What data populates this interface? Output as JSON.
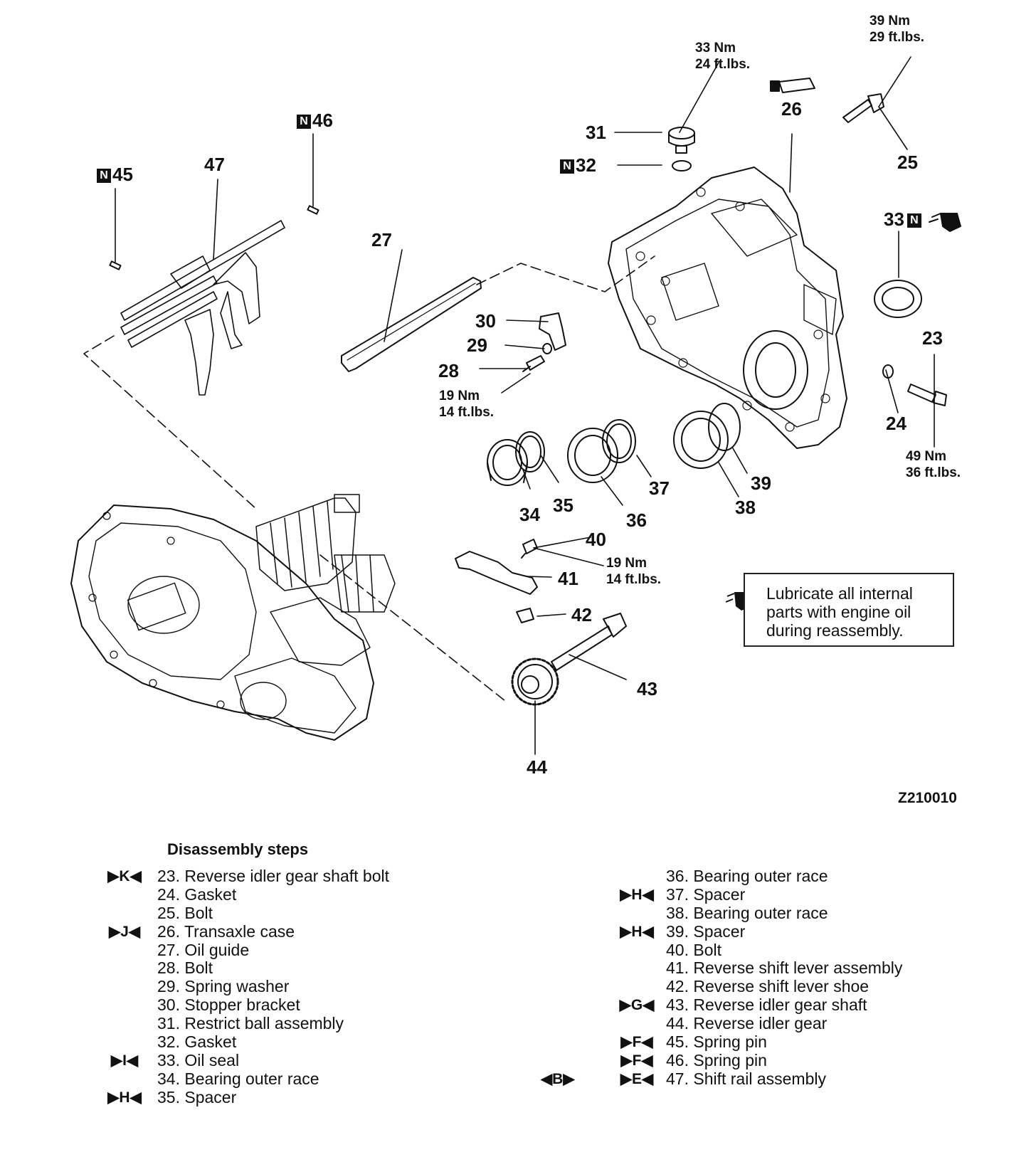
{
  "figure_code": "Z210010",
  "note": {
    "icon": "oil-can-icon",
    "text": "Lubricate all internal parts with engine oil during reassembly."
  },
  "callouts": {
    "c23": "23",
    "c24": "24",
    "c25": "25",
    "c26": "26",
    "c27": "27",
    "c28": "28",
    "c29": "29",
    "c30": "30",
    "c31": "31",
    "c32": "32",
    "c33": "33",
    "c34": "34",
    "c35": "35",
    "c36": "36",
    "c37": "37",
    "c38": "38",
    "c39": "39",
    "c40": "40",
    "c41": "41",
    "c42": "42",
    "c43": "43",
    "c44": "44",
    "c45": "45",
    "c46": "46",
    "c47": "47",
    "n_badge": "N"
  },
  "torques": {
    "t25": {
      "nm": "39 Nm",
      "ft": "29 ft.lbs."
    },
    "t31": {
      "nm": "33 Nm",
      "ft": "24 ft.lbs."
    },
    "t28": {
      "nm": "19 Nm",
      "ft": "14 ft.lbs."
    },
    "t40": {
      "nm": "19 Nm",
      "ft": "14 ft.lbs."
    },
    "t23": {
      "nm": "49 Nm",
      "ft": "36 ft.lbs."
    }
  },
  "disassembly": {
    "title": "Disassembly steps",
    "left": [
      {
        "mark": "▶K◀",
        "text": "23. Reverse idler gear shaft bolt"
      },
      {
        "mark": "",
        "text": "24. Gasket"
      },
      {
        "mark": "",
        "text": "25. Bolt"
      },
      {
        "mark": "▶J◀",
        "text": "26. Transaxle case"
      },
      {
        "mark": "",
        "text": "27. Oil guide"
      },
      {
        "mark": "",
        "text": "28. Bolt"
      },
      {
        "mark": "",
        "text": "29. Spring washer"
      },
      {
        "mark": "",
        "text": "30. Stopper bracket"
      },
      {
        "mark": "",
        "text": "31. Restrict ball assembly"
      },
      {
        "mark": "",
        "text": "32. Gasket"
      },
      {
        "mark": "▶I◀",
        "text": "33. Oil seal"
      },
      {
        "mark": "",
        "text": "34. Bearing outer race"
      },
      {
        "mark": "▶H◀",
        "text": "35. Spacer"
      }
    ],
    "right": [
      {
        "mark": "",
        "mark_pre": "",
        "text": "36. Bearing outer race"
      },
      {
        "mark": "▶H◀",
        "mark_pre": "",
        "text": "37. Spacer"
      },
      {
        "mark": "",
        "mark_pre": "",
        "text": "38. Bearing outer race"
      },
      {
        "mark": "▶H◀",
        "mark_pre": "",
        "text": "39. Spacer"
      },
      {
        "mark": "",
        "mark_pre": "",
        "text": "40. Bolt"
      },
      {
        "mark": "",
        "mark_pre": "",
        "text": "41. Reverse shift lever assembly"
      },
      {
        "mark": "",
        "mark_pre": "",
        "text": "42. Reverse shift lever shoe"
      },
      {
        "mark": "▶G◀",
        "mark_pre": "",
        "text": "43. Reverse idler gear shaft"
      },
      {
        "mark": "",
        "mark_pre": "",
        "text": "44. Reverse idler gear"
      },
      {
        "mark": "▶F◀",
        "mark_pre": "",
        "text": "45. Spring pin"
      },
      {
        "mark": "▶F◀",
        "mark_pre": "",
        "text": "46. Spring pin"
      },
      {
        "mark": "▶E◀",
        "mark_pre": "◀B▶",
        "text": "47. Shift rail assembly"
      }
    ]
  }
}
